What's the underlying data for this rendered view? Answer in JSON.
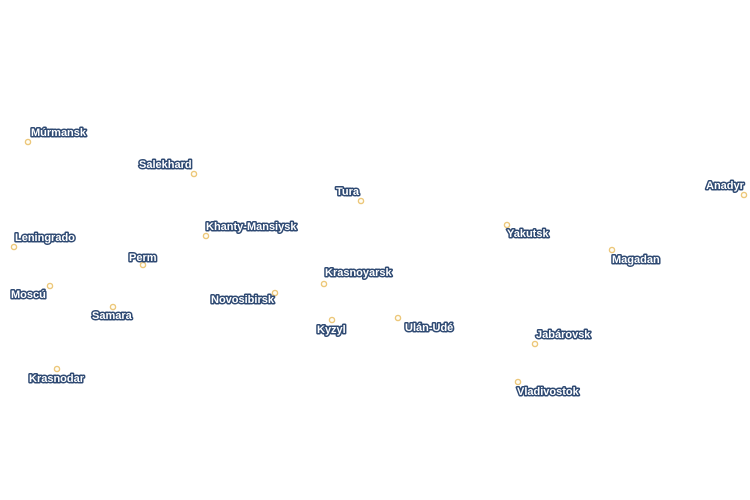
{
  "map": {
    "colors": {
      "background": "#ffffff",
      "marker_stroke": "#ecc77a",
      "marker_fill": "#fffdf5",
      "label_fill": "#ffffff",
      "label_halo": "#2f4a73"
    },
    "cities": [
      {
        "id": "murmansk",
        "name": "Múrmansk"
      },
      {
        "id": "salekhard",
        "name": "Salekhard"
      },
      {
        "id": "tura",
        "name": "Tura"
      },
      {
        "id": "anadyr",
        "name": "Anadyr"
      },
      {
        "id": "khanty-mansiysk",
        "name": "Khanty-Mansiysk"
      },
      {
        "id": "leningrado",
        "name": "Leningrado"
      },
      {
        "id": "yakutsk",
        "name": "Yakutsk"
      },
      {
        "id": "perm",
        "name": "Perm"
      },
      {
        "id": "magadan",
        "name": "Magadan"
      },
      {
        "id": "krasnoyarsk",
        "name": "Krasnoyarsk"
      },
      {
        "id": "moscu",
        "name": "Moscú"
      },
      {
        "id": "novosibirsk",
        "name": "Novosibirsk"
      },
      {
        "id": "samara",
        "name": "Samara"
      },
      {
        "id": "ulan-ude",
        "name": "Ulán-Udé"
      },
      {
        "id": "kyzyl",
        "name": "Kyzyl"
      },
      {
        "id": "jabarovsk",
        "name": "Jabárovsk"
      },
      {
        "id": "krasnodar",
        "name": "Krasnodar"
      },
      {
        "id": "vladivostok",
        "name": "Vladivostok"
      }
    ]
  }
}
